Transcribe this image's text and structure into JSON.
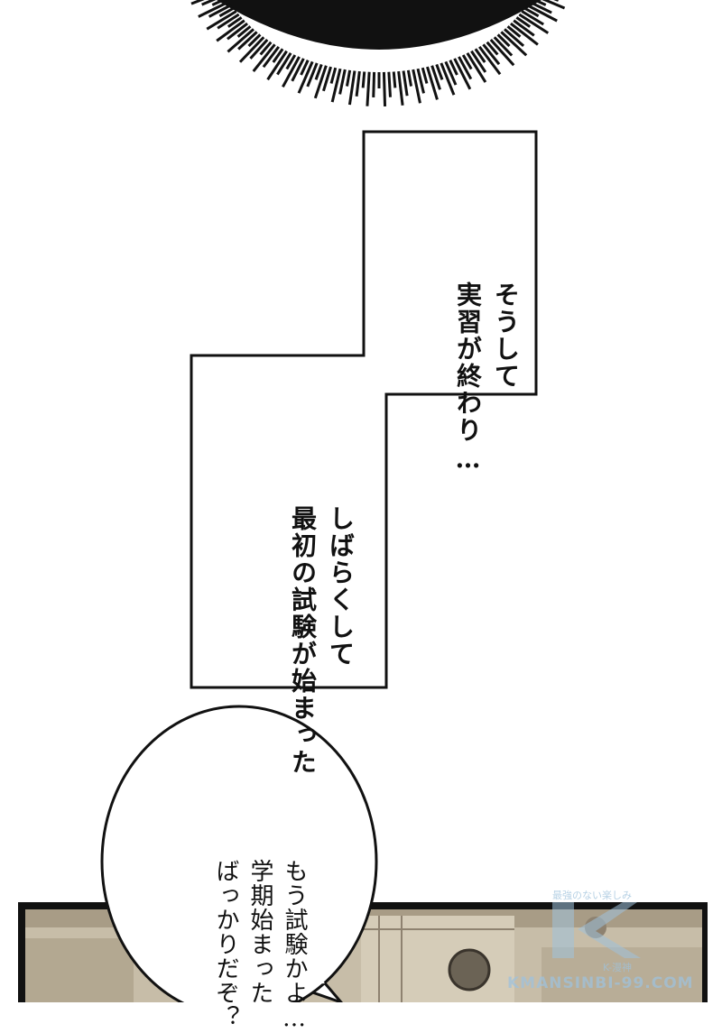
{
  "caption_box_1": {
    "lines": [
      "そうして",
      "実習が終わり…"
    ]
  },
  "caption_box_2": {
    "lines": [
      "しばらくして",
      "最初の試験が始まった"
    ]
  },
  "speech_bubble": {
    "lines": [
      "もう試験かよ…",
      "学期始まった",
      "ばっかりだぞ？"
    ]
  },
  "watermark": {
    "tagline": "最強のない楽しみ",
    "logo": "K",
    "brand": "K-漫神",
    "url": "KMANSINBI-99.COM"
  },
  "colors": {
    "panel_border": "#111111",
    "room_wall": "#c7bda8",
    "room_shadow": "#8e8270",
    "watermark": "#9fc2dc"
  }
}
